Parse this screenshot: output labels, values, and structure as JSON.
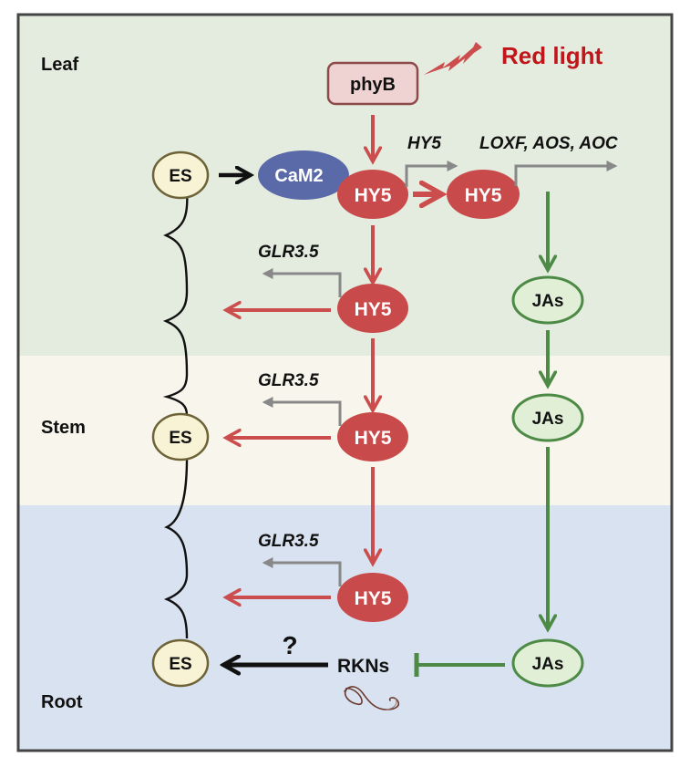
{
  "zones": {
    "leaf": {
      "label": "Leaf",
      "color": "#e4ebdf"
    },
    "stem": {
      "label": "Stem",
      "color": "#f8f6ec"
    },
    "root": {
      "label": "Root",
      "color": "#d9e2f0"
    }
  },
  "signal": {
    "label": "Red light",
    "color": "#c0161b"
  },
  "nodes": {
    "phyB": "phyB",
    "cam2": "CaM2",
    "hy5": "HY5",
    "es": "ES",
    "jas": "JAs",
    "rkns": "RKNs"
  },
  "genes": {
    "hy5_gene": "HY5",
    "ja_genes": "LOXF, AOS, AOC",
    "glr": "GLR3.5"
  },
  "question_mark": "?",
  "colors": {
    "hy5_fill": "#c94a4a",
    "phyB_fill": "#efd3d3",
    "phyB_border": "#8c4a4a",
    "cam2_fill": "#5a69a8",
    "es_fill": "#f7f3d4",
    "es_border": "#6e6237",
    "ja_fill": "#e0efd6",
    "ja_border": "#4d8a45",
    "ja_arrow": "#4d8a45",
    "red_arrow": "#cc4d4d",
    "gene_arrow": "#888888",
    "black_arrow": "#111111"
  }
}
